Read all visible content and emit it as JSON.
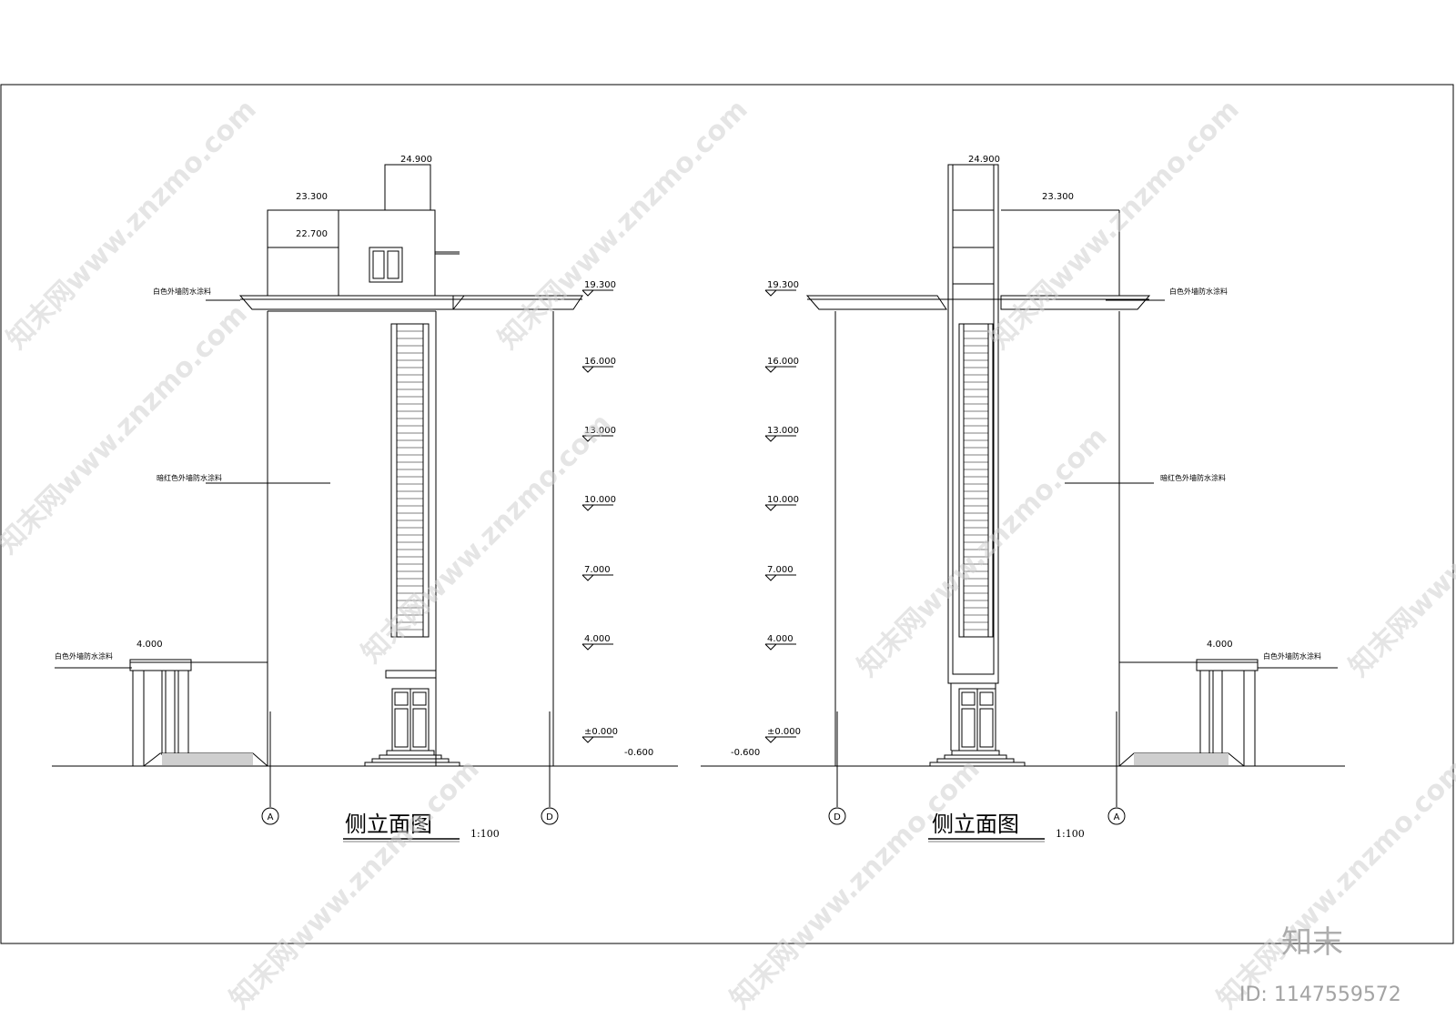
{
  "drawing_title": "侧立面图",
  "scale": "1:100",
  "left_elevation": {
    "top_level": "24.900",
    "roof_level": "23.300",
    "roof_inner_level": "22.700",
    "levels": [
      "19.300",
      "16.000",
      "13.000",
      "10.000",
      "7.000",
      "4.000",
      "±0.000"
    ],
    "ground_level": "-0.600",
    "annex_level": "4.000",
    "notes": [
      "白色外墙防水涂料",
      "暗红色外墙防水涂料",
      "白色外墙防水涂料"
    ],
    "axes": [
      "A",
      "D"
    ]
  },
  "right_elevation": {
    "top_level": "24.900",
    "roof_level": "23.300",
    "levels": [
      "19.300",
      "16.000",
      "13.000",
      "10.000",
      "7.000",
      "4.000",
      "±0.000"
    ],
    "ground_level": "-0.600",
    "annex_level": "4.000",
    "notes": [
      "白色外墙防水涂料",
      "暗红色外墙防水涂料",
      "白色外墙防水涂料"
    ],
    "axes": [
      "D",
      "A"
    ]
  },
  "watermark": "知末网www.znzmo.com",
  "brand": "知末",
  "id_label": "ID: 1147559572"
}
